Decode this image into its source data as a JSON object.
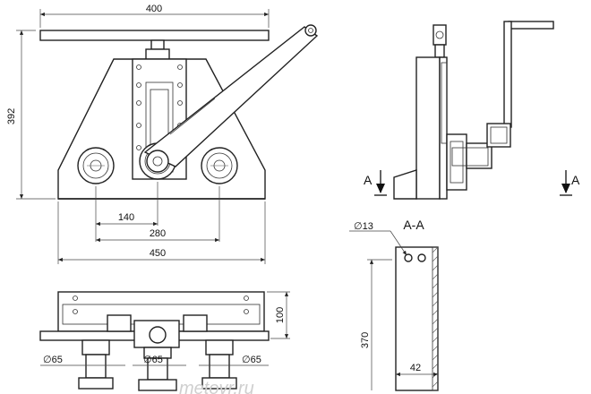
{
  "dimensions": {
    "top_width": "400",
    "height": "392",
    "roller_spacing_inner": "140",
    "roller_spacing_outer": "280",
    "base_width": "450",
    "hole_diameter": "∅13",
    "section_height": "370",
    "section_width": "42",
    "plan_height": "100",
    "roller_dia_left": "∅65",
    "roller_dia_mid": "∅65",
    "roller_dia_right": "∅65"
  },
  "labels": {
    "section_title": "A-A",
    "section_mark_left": "A",
    "section_mark_right": "A"
  },
  "watermark": "metovr.ru"
}
